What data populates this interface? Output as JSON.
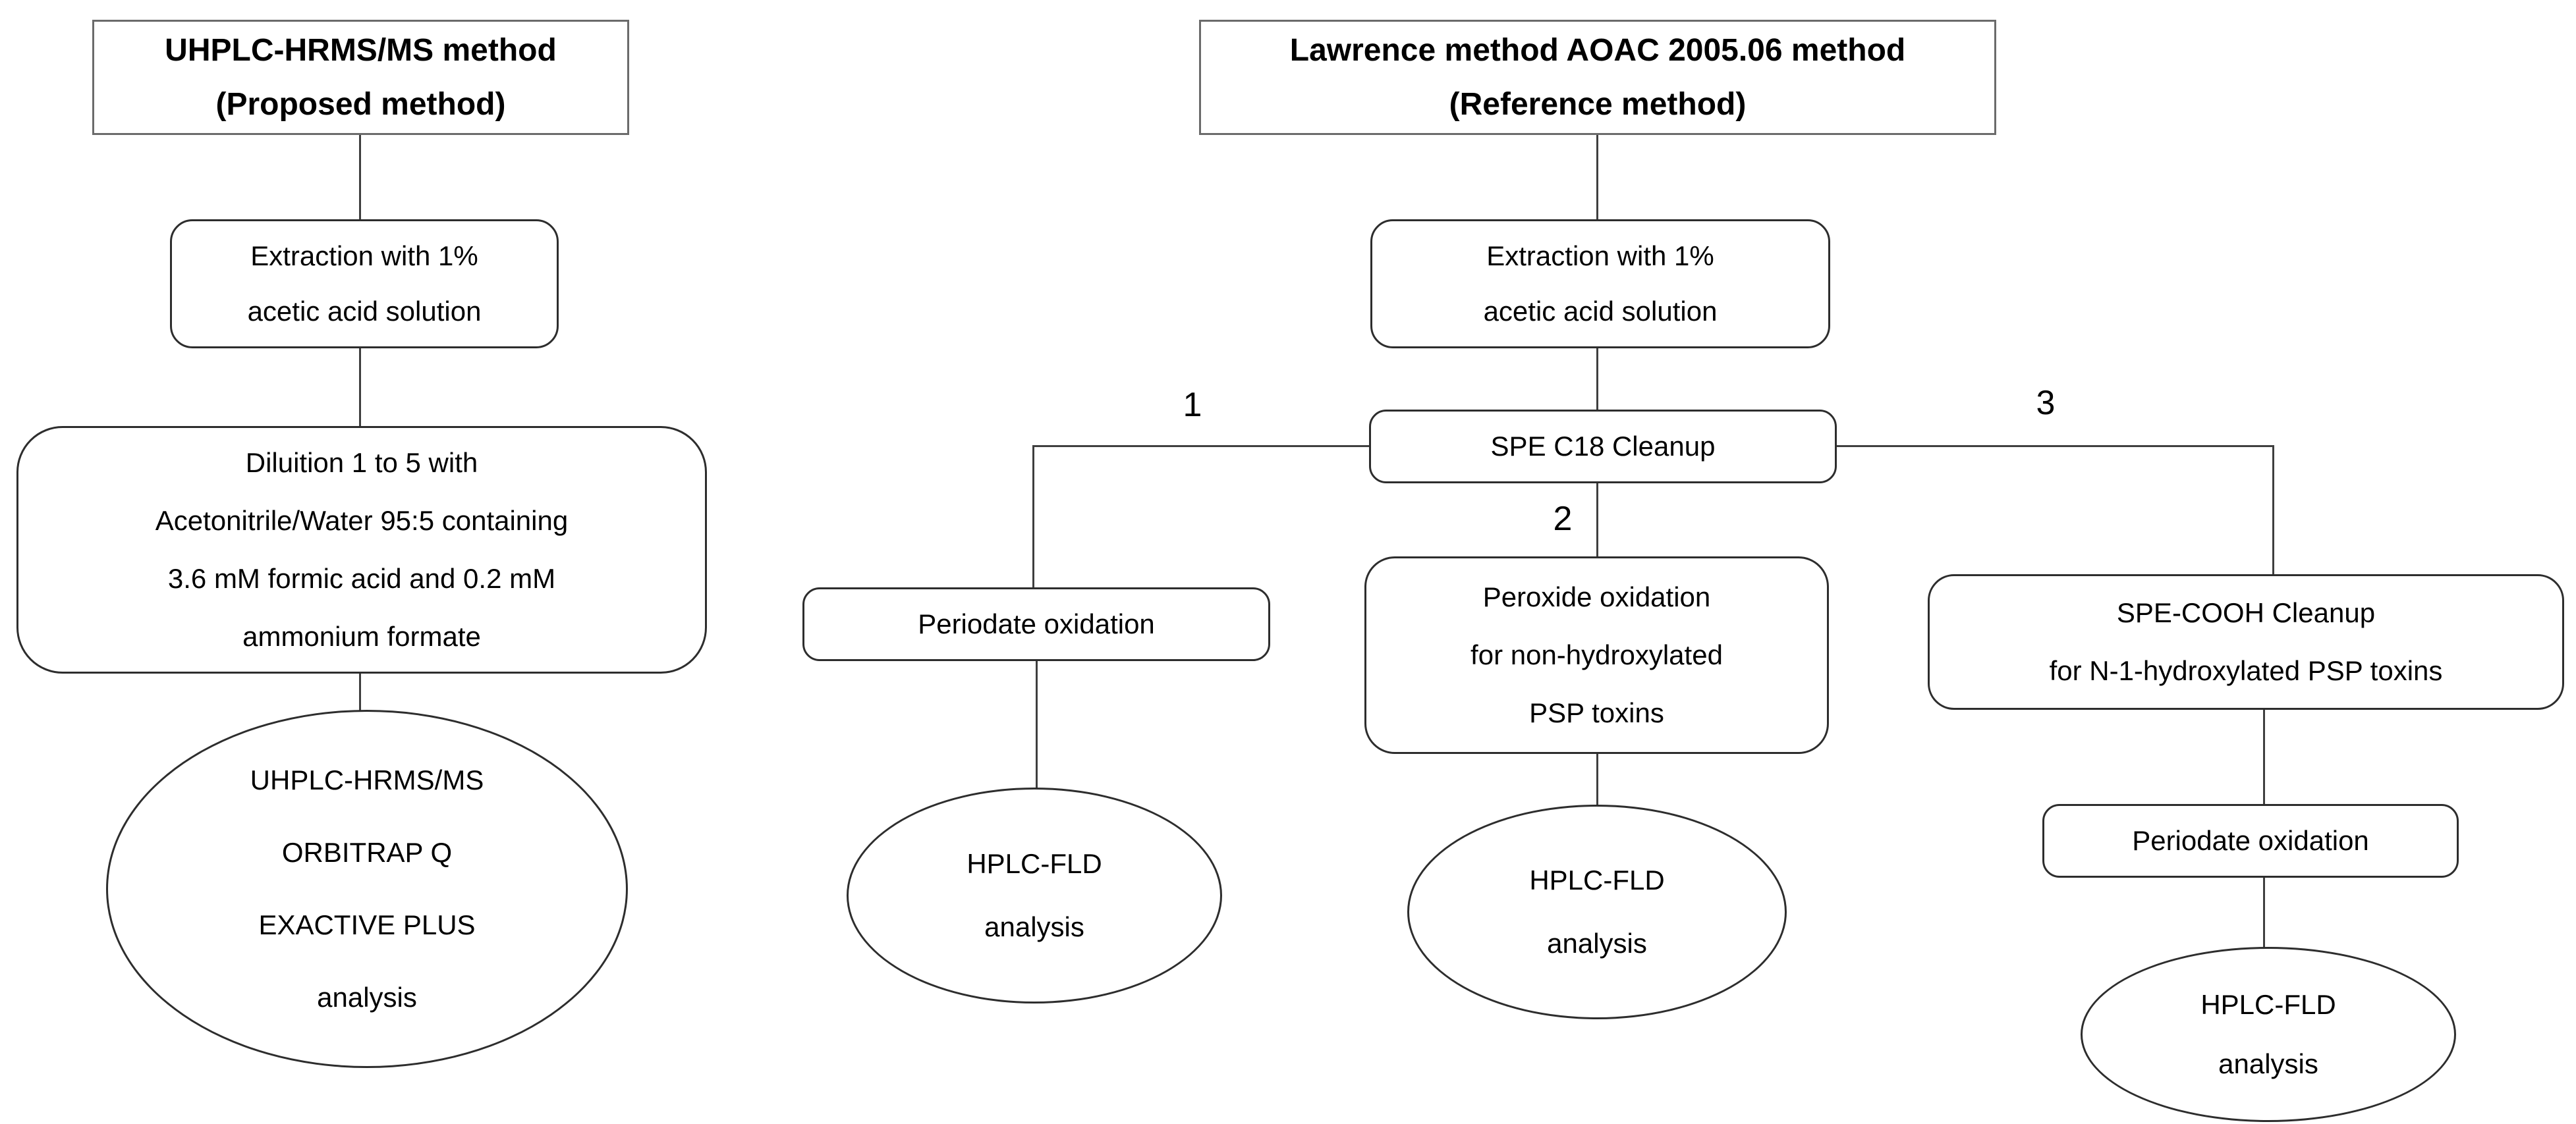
{
  "figure": {
    "type": "flowchart-comparison",
    "background_color": "#ffffff",
    "box_border_color": "#2d2d2d",
    "title_border_color": "#6b6b6b",
    "connector_color": "#3f3f3f",
    "text_color": "#000000"
  },
  "left_method": {
    "title": "UHPLC-HRMS/MS method\n(Proposed method)",
    "steps": {
      "extraction": "Extraction with 1%\nacetic acid solution",
      "dilution": "Diluition 1 to 5 with\nAcetonitrile/Water 95:5 containing\n3.6 mM formic acid and 0.2 mM\nammonium formate",
      "analysis": "UHPLC-HRMS/MS\nORBITRAP Q\nEXACTIVE PLUS\nanalysis"
    }
  },
  "right_method": {
    "title": "Lawrence method AOAC 2005.06 method\n(Reference method)",
    "steps": {
      "extraction": "Extraction with 1%\nacetic acid solution",
      "spe_c18_cleanup": "SPE C18 Cleanup",
      "periodate_oxidation_1": "Periodate oxidation",
      "hplc_fld_1": "HPLC-FLD\nanalysis",
      "peroxide_oxidation": "Peroxide oxidation\nfor non-hydroxylated\nPSP toxins",
      "hplc_fld_2": "HPLC-FLD\nanalysis",
      "spe_cooh_cleanup": "SPE-COOH Cleanup\nfor N-1-hydroxylated PSP toxins",
      "periodate_oxidation_2": "Periodate oxidation",
      "hplc_fld_3": "HPLC-FLD\nanalysis"
    },
    "branch_labels": {
      "one": "1",
      "two": "2",
      "three": "3"
    }
  }
}
